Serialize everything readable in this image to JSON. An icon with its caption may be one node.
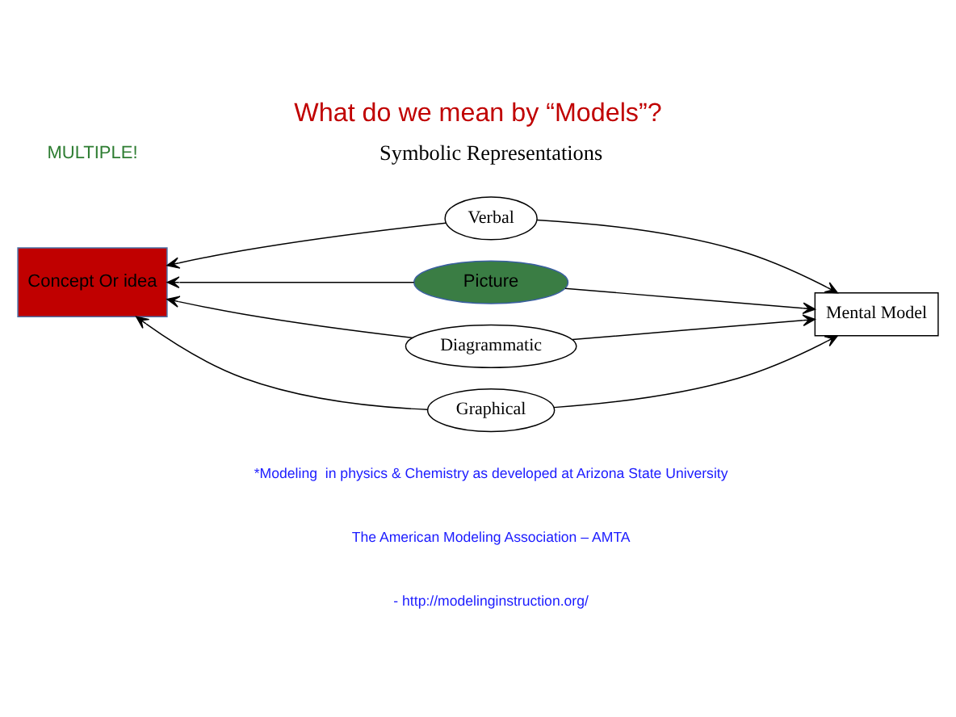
{
  "diagram": {
    "title": "What do we mean by “Models”?",
    "nodes": [
      {
        "text": [
          "Concept Or idea"
        ]
      },
      {
        "text": [
          "Verbal"
        ]
      },
      {
        "text": [
          "Picture"
        ]
      },
      {
        "text": [
          "Diagrammatic"
        ]
      },
      {
        "text": [
          "Graphical"
        ]
      },
      {
        "text": [
          "Mental Model"
        ]
      }
    ],
    "edges": [
      {
        "from": 1,
        "to": 0,
        "arrow": "to"
      },
      {
        "from": 2,
        "to": 0,
        "arrow": "to"
      },
      {
        "from": 3,
        "to": 0,
        "arrow": "to"
      },
      {
        "from": 4,
        "to": 0,
        "arrow": "to"
      },
      {
        "from": 1,
        "to": 5,
        "arrow": "to"
      },
      {
        "from": 2,
        "to": 5,
        "arrow": "to"
      },
      {
        "from": 3,
        "to": 5,
        "arrow": "to"
      },
      {
        "from": 4,
        "to": 5,
        "arrow": "to"
      }
    ],
    "labels": [
      "MULTIPLE!",
      "Symbolic Representations",
      "*Modeling  in physics & Chemistry as developed at Arizona State University",
      "The American Modeling Association – AMTA",
      "- http://modelinginstruction.org/"
    ]
  }
}
